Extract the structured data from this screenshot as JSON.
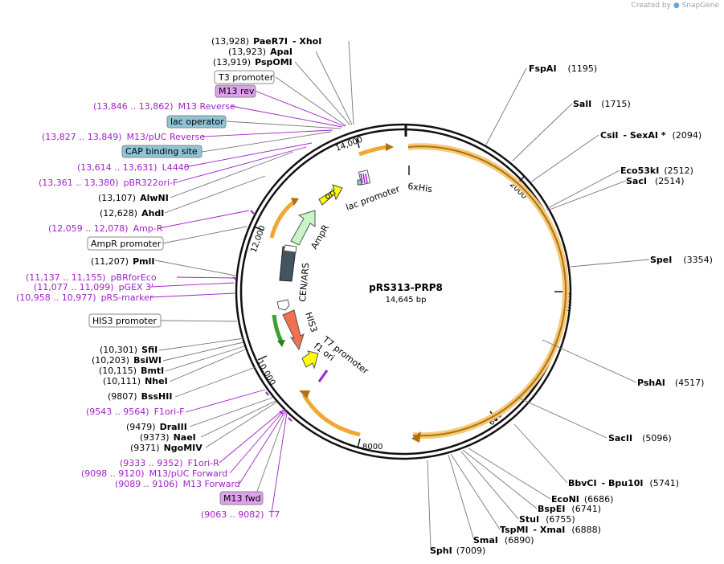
{
  "credit": {
    "prefix": "Created by",
    "brand": "SnapGene"
  },
  "plasmid": {
    "name": "pRS313-PRP8",
    "size": "14,645 bp"
  },
  "ticks": [
    "2000",
    "4000",
    "6000",
    "8000",
    "10,000",
    "12,000",
    "14,000"
  ],
  "features": {
    "ori": "ori",
    "lac_promoter": "lac promoter",
    "his6": "6xHis",
    "ampr": "AmpR",
    "cen_ars": "CEN/ARS",
    "his3": "HIS3",
    "t7_promoter": "T7 promoter",
    "f1_ori": "f1 ori"
  },
  "sites_left": [
    {
      "pos": "(13,928)",
      "name": "PaeR7I",
      "extra": "- XhoI"
    },
    {
      "pos": "(13,923)",
      "name": "ApaI",
      "extra": ""
    },
    {
      "pos": "(13,919)",
      "name": "PspOMI",
      "extra": ""
    },
    {
      "pos": "(13,107)",
      "name": "AlwNI",
      "extra": ""
    },
    {
      "pos": "(12,628)",
      "name": "AhdI",
      "extra": ""
    },
    {
      "pos": "(11,207)",
      "name": "PmlI",
      "extra": ""
    },
    {
      "pos": "(10,301)",
      "name": "SfiI",
      "extra": ""
    },
    {
      "pos": "(10,203)",
      "name": "BsiWI",
      "extra": ""
    },
    {
      "pos": "(10,115)",
      "name": "BmtI",
      "extra": ""
    },
    {
      "pos": "(10,111)",
      "name": "NheI",
      "extra": ""
    },
    {
      "pos": "(9807)",
      "name": "BssHII",
      "extra": ""
    },
    {
      "pos": "(9479)",
      "name": "DraIII",
      "extra": ""
    },
    {
      "pos": "(9373)",
      "name": "NaeI",
      "extra": ""
    },
    {
      "pos": "(9371)",
      "name": "NgoMIV",
      "extra": ""
    },
    {
      "pos": "(7009)",
      "name": "SphI",
      "extra": ""
    }
  ],
  "sites_right": [
    {
      "name": "FspAI",
      "pos": "(1195)"
    },
    {
      "name": "SalI",
      "pos": "(1715)"
    },
    {
      "name": "CsiI",
      "extra": "- SexAI *",
      "pos": "(2094)"
    },
    {
      "name": "Eco53kI",
      "pos": "(2512)"
    },
    {
      "name": "SacI",
      "pos": "(2514)"
    },
    {
      "name": "SpeI",
      "pos": "(3354)"
    },
    {
      "name": "PshAI",
      "pos": "(4517)"
    },
    {
      "name": "SacII",
      "pos": "(5096)"
    },
    {
      "name": "BbvCI",
      "extra": "- Bpu10I",
      "pos": "(5741)"
    },
    {
      "name": "EcoNI",
      "pos": "(6686)"
    },
    {
      "name": "BspEI",
      "pos": "(6741)"
    },
    {
      "name": "StuI",
      "pos": "(6755)"
    },
    {
      "name": "TspMI",
      "extra": "- XmaI",
      "pos": "(6888)"
    },
    {
      "name": "SmaI",
      "pos": "(6890)"
    }
  ],
  "primers": [
    {
      "range": "(13,846 .. 13,862)",
      "name": "M13 Reverse"
    },
    {
      "range": "(13,827 .. 13,849)",
      "name": "M13/pUC Reverse"
    },
    {
      "range": "(13,614 .. 13,631)",
      "name": "L4440"
    },
    {
      "range": "(13,361 .. 13,380)",
      "name": "pBR322ori-F"
    },
    {
      "range": "(12,059 .. 12,078)",
      "name": "Amp-R"
    },
    {
      "range": "(11,137 .. 11,155)",
      "name": "pBRforEco"
    },
    {
      "range": "(11,077 .. 11,099)",
      "name": "pGEX 3'"
    },
    {
      "range": "(10,958 .. 10,977)",
      "name": "pRS-marker"
    },
    {
      "range": "(9543 .. 9564)",
      "name": "F1ori-F"
    },
    {
      "range": "(9333 .. 9352)",
      "name": "F1ori-R"
    },
    {
      "range": "(9098 .. 9120)",
      "name": "M13/pUC Forward"
    },
    {
      "range": "(9089 .. 9106)",
      "name": "M13 Forward"
    },
    {
      "range": "(9063 .. 9082)",
      "name": "T7"
    }
  ],
  "boxed": {
    "t3_promoter": "T3 promoter",
    "m13_rev": "M13 rev",
    "lac_operator": "lac operator",
    "cap_site": "CAP binding site",
    "ampr_promoter": "AmpR promoter",
    "his3_promoter": "HIS3 promoter",
    "m13_fwd": "M13 fwd"
  },
  "colors": {
    "primer": "#a020c8",
    "orf": "#f0a830",
    "ori": "#ffff00",
    "ampr": "#c8f5c8",
    "cen": "#445560",
    "his3": "#f07050",
    "lac_operator": "#8fc3d6",
    "m13_box": "#e0a0f0"
  }
}
